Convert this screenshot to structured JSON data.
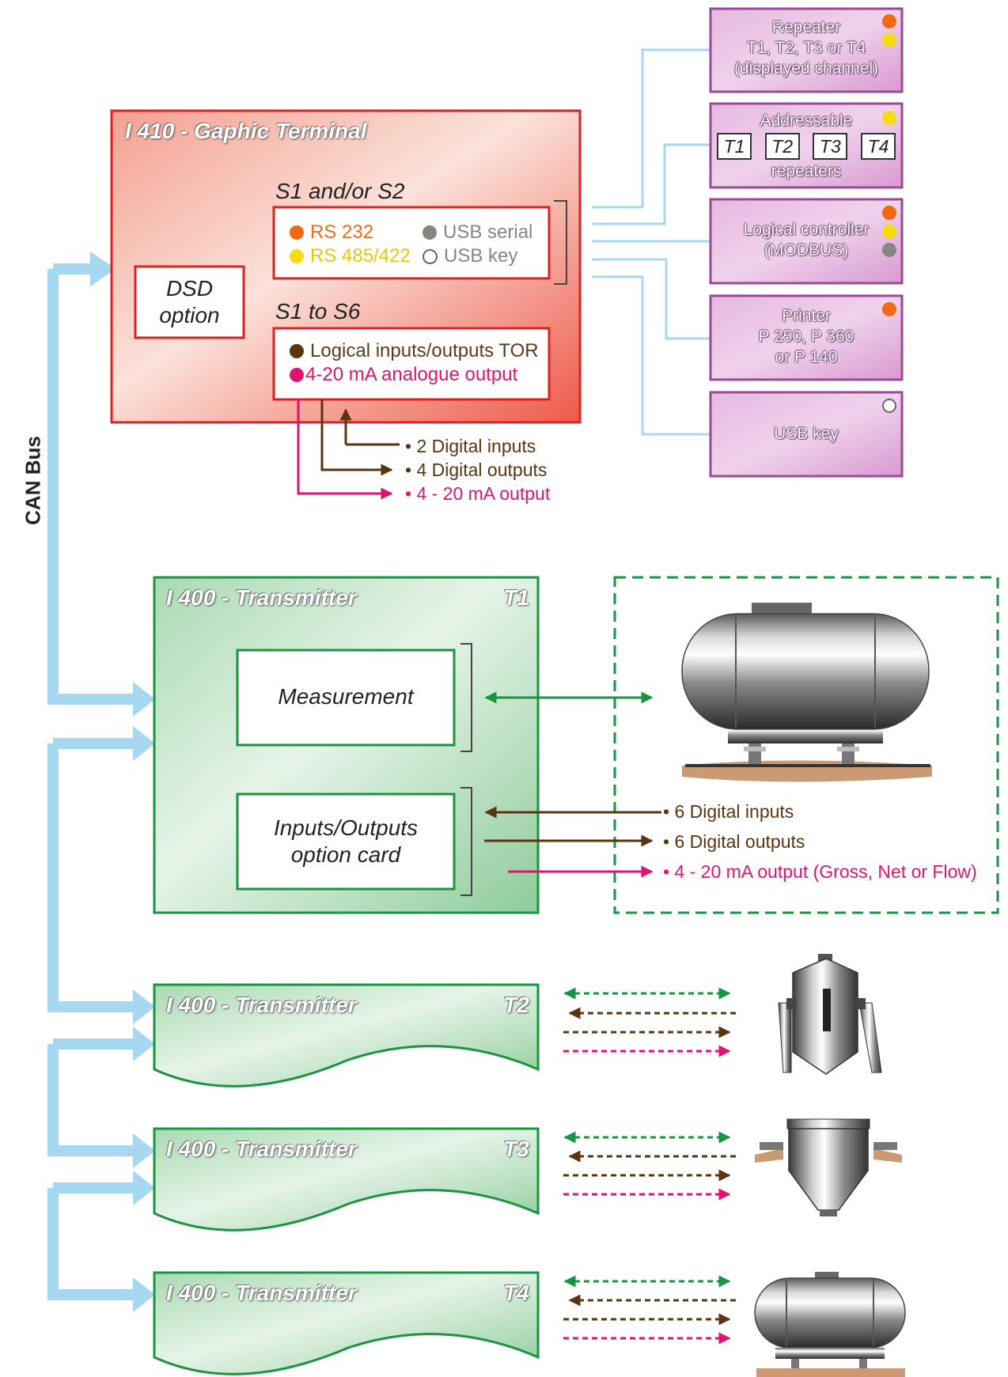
{
  "can_bus": {
    "label": "CAN Bus",
    "color": "#a6d8f2"
  },
  "terminal": {
    "title": "I 410 - Gaphic Terminal",
    "dsd": [
      "DSD",
      "option"
    ],
    "s1s2_label": "S1 and/or S2",
    "serial": [
      {
        "text": "RS 232",
        "color": "#ef6a12",
        "dot": "#ef6a12"
      },
      {
        "text": "USB serial",
        "color": "#8a8480",
        "dot": "#8a8480"
      },
      {
        "text": "RS 485/422",
        "color": "#f2c500",
        "dot": "#f5dc10"
      },
      {
        "text": "USB key",
        "color": "#8a8480",
        "dot": "hollow"
      }
    ],
    "s1s6_label": "S1 to S6",
    "io": [
      {
        "text": "Logical inputs/outputs TOR",
        "color": "#5a3a1a",
        "dot": "#5a3512"
      },
      {
        "text": "4-20 mA analogue output",
        "color": "#e0136e",
        "dot": "#e0136e"
      }
    ],
    "outputs": [
      {
        "text": "• 2 Digital inputs",
        "color": "#5a3512"
      },
      {
        "text": "• 4 Digital outputs",
        "color": "#5a3512"
      },
      {
        "text": "• 4 - 20 mA output",
        "color": "#e0136e"
      }
    ]
  },
  "devices": [
    {
      "lines": [
        "Repeater",
        "T1, T2, T3 or T4",
        "(displayed channel)"
      ],
      "dots": [
        "#ef6a12",
        "#f5dc10"
      ]
    },
    {
      "lines": [
        "Addressable",
        "repeaters"
      ],
      "tags": [
        "T1",
        "T2",
        "T3",
        "T4"
      ],
      "dots": [
        "#f5dc10"
      ]
    },
    {
      "lines": [
        "Logical controller",
        "(MODBUS)"
      ],
      "dots": [
        "#ef6a12",
        "#f5dc10",
        "#8a8480"
      ]
    },
    {
      "lines": [
        "Printer",
        "P 250, P 360",
        "or P 140"
      ],
      "dots": [
        "#ef6a12"
      ]
    },
    {
      "lines": [
        "USB key"
      ],
      "dots": [
        "hollow"
      ]
    }
  ],
  "transmitter_main": {
    "title": "I 400 - Transmitter",
    "tag": "T1",
    "measurement": "Measurement",
    "io_card": [
      "Inputs/Outputs",
      "option card"
    ],
    "io_list": [
      {
        "text": "• 6 Digital inputs",
        "color": "#5a3512"
      },
      {
        "text": "• 6 Digital outputs",
        "color": "#5a3512"
      },
      {
        "text": "• 4 - 20 mA output (Gross, Net or Flow)",
        "color": "#e0136e"
      }
    ]
  },
  "transmitters": [
    {
      "title": "I 400 - Transmitter",
      "tag": "T2"
    },
    {
      "title": "I 400 - Transmitter",
      "tag": "T3"
    },
    {
      "title": "I 400 - Transmitter",
      "tag": "T4"
    }
  ],
  "colors": {
    "green": "#1a9440",
    "brown": "#5a3512",
    "pink": "#e0136e",
    "blue_line": "#a6d8f2",
    "red": "#e02020",
    "purple": "#9a4a92"
  }
}
